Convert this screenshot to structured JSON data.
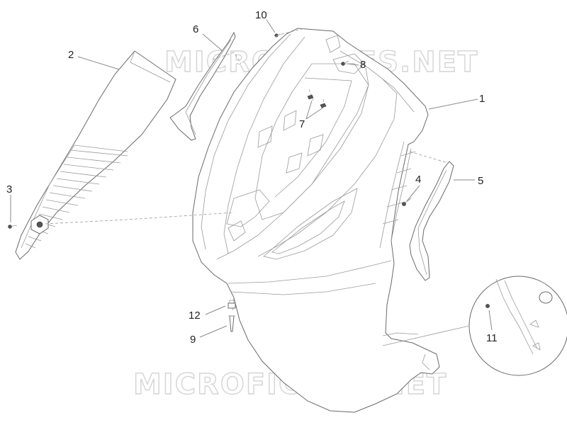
{
  "watermark": {
    "top": "MICROFICHES.NET",
    "bottom": "MICROFICHES.NET"
  },
  "callouts": {
    "c1": "1",
    "c2": "2",
    "c3": "3",
    "c4": "4",
    "c5": "5",
    "c6": "6",
    "c7": "7",
    "c8": "8",
    "c9": "9",
    "c10": "10",
    "c11": "11",
    "c12": "12"
  }
}
